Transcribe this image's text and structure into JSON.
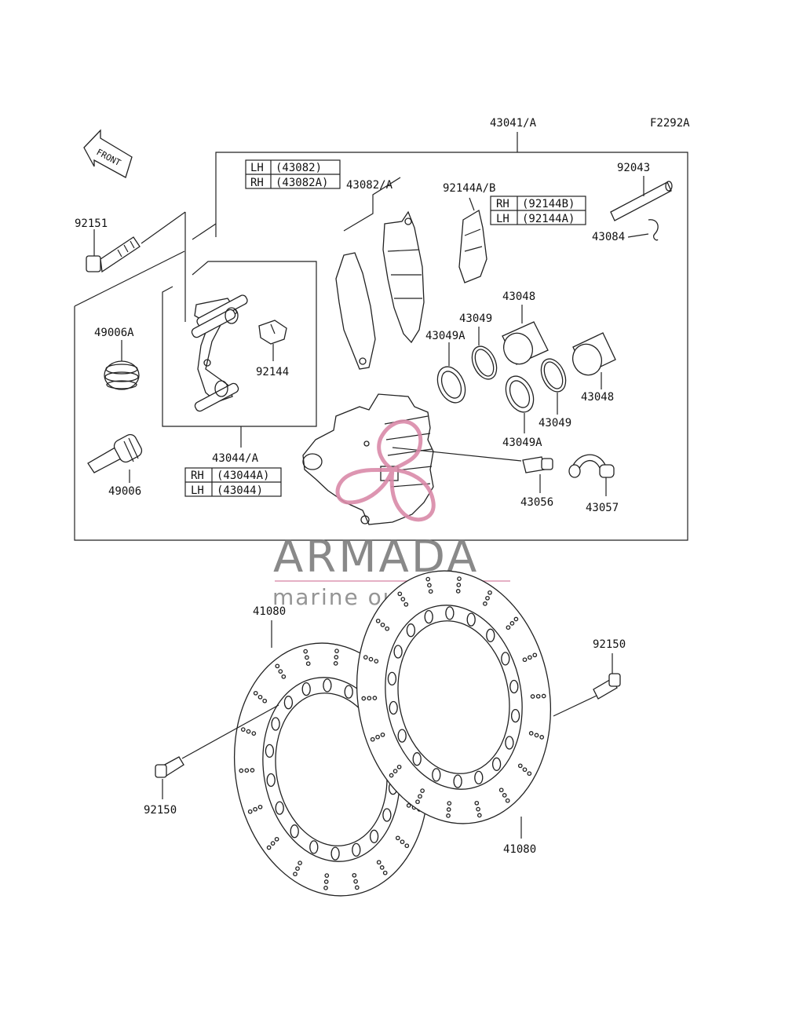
{
  "diagram": {
    "code": "F2292A",
    "front_label": "FRONT",
    "labels": {
      "caliper_assy": "43041/A",
      "pad_set": "43082/A",
      "pad_spring": "92144A/B",
      "pin": "92043",
      "clip": "43084",
      "bolt_92151": "92151",
      "boot_49006A": "49006A",
      "pin_49006": "49006",
      "holder_43044": "43044/A",
      "spring_92144": "92144",
      "piston_43048_top": "43048",
      "piston_43048_right": "43048",
      "seal_43049_top": "43049",
      "seal_43049_bottom": "43049",
      "seal_43049A_top": "43049A",
      "seal_43049A_bottom": "43049A",
      "bleed_43056": "43056",
      "cap_43057": "43057",
      "disc_left": "41080",
      "disc_right": "41080",
      "bolt_right": "92150",
      "bolt_left": "92150"
    },
    "tables": {
      "pads": [
        {
          "side": "LH",
          "part": "(43082)"
        },
        {
          "side": "RH",
          "part": "(43082A)"
        }
      ],
      "spring": [
        {
          "side": "RH",
          "part": "(92144B)"
        },
        {
          "side": "LH",
          "part": "(92144A)"
        }
      ],
      "holder": [
        {
          "side": "RH",
          "part": "(43044A)"
        },
        {
          "side": "LH",
          "part": "(43044)"
        }
      ]
    },
    "watermark": {
      "brand": "ARMADA",
      "tagline": "marine outboards",
      "logo_color": "#d98aa8"
    }
  }
}
